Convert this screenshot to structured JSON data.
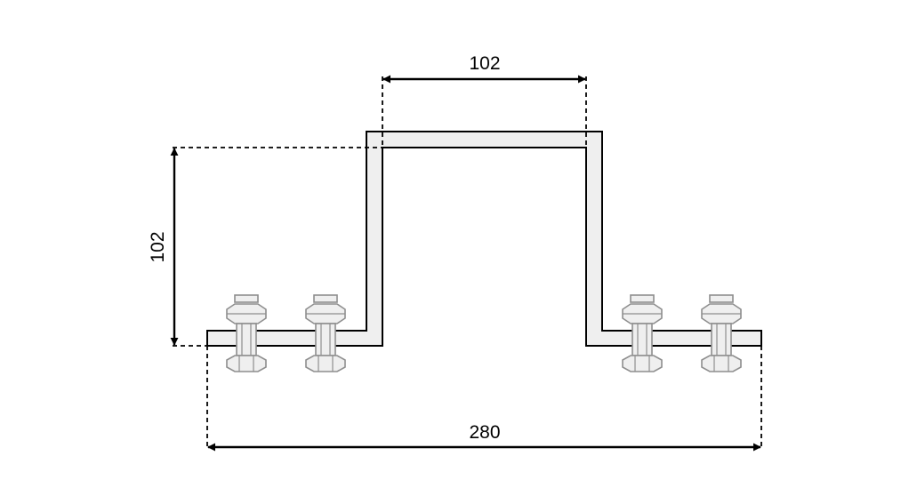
{
  "dimensions": {
    "top_width": "102",
    "height": "102",
    "total_width": "280"
  }
}
